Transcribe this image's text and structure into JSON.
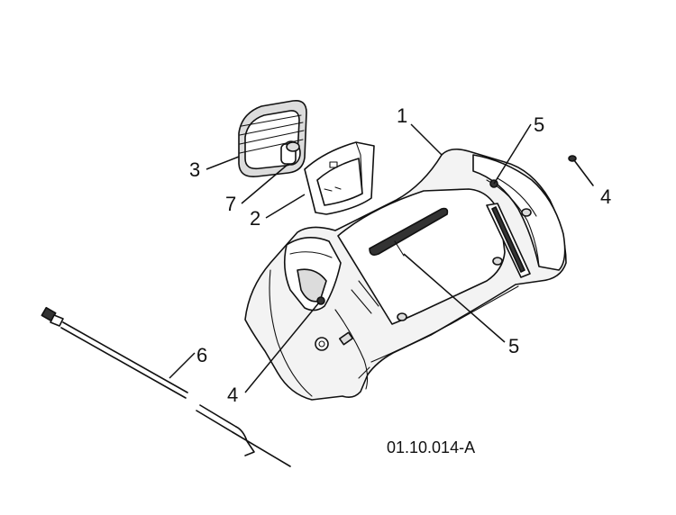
{
  "diagram": {
    "figure_code": "01.10.014-A",
    "callouts": {
      "c1": "1",
      "c2": "2",
      "c3": "3",
      "c4a": "4",
      "c4b": "4",
      "c5a": "5",
      "c5b": "5",
      "c6": "6",
      "c7": "7"
    }
  }
}
